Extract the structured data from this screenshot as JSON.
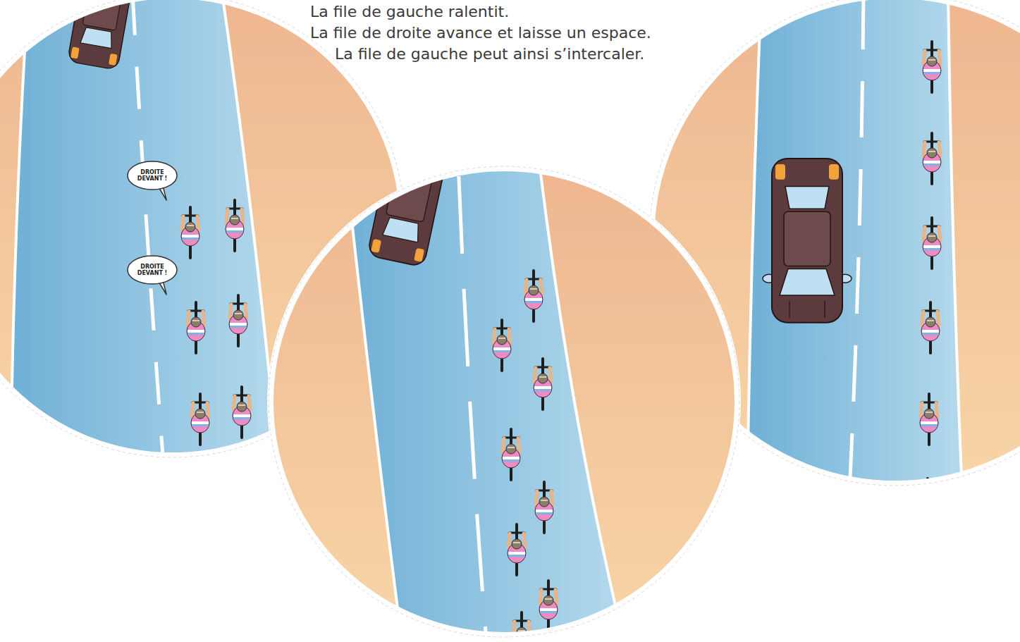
{
  "diagram": {
    "nodes": [
      {
        "text": [
          "DROITE DEVANT !"
        ]
      },
      {
        "text": [
          "DROITE DEVANT !"
        ]
      }
    ],
    "labels": [
      "La file de gauche ralentit.",
      "La file de droite avance et laisse un espace.",
      "La file de gauche peut ainsi s’intercaler."
    ]
  }
}
